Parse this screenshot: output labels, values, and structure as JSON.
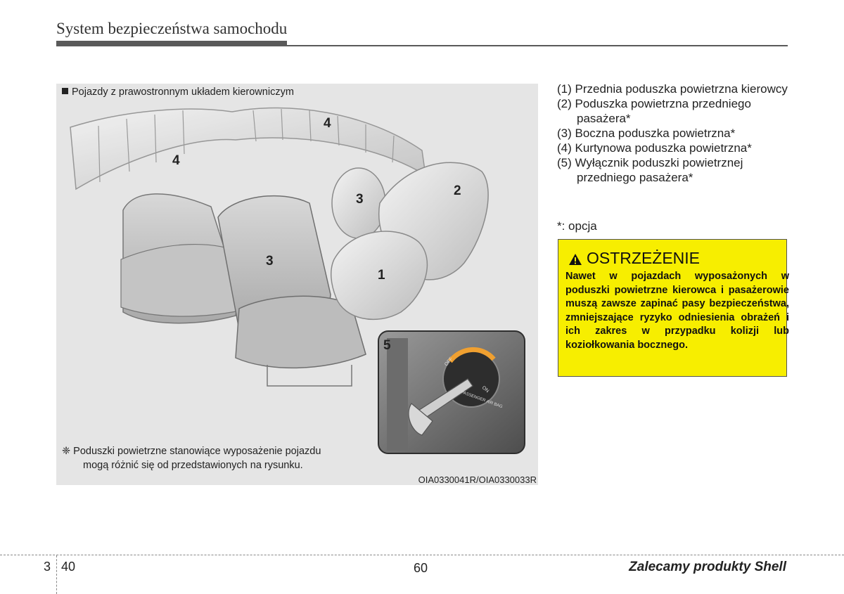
{
  "header": {
    "section_title": "System bezpieczeństwa samochodu"
  },
  "figure": {
    "heading": "Pojazdy z prawostronnym układem kierowniczym",
    "callouts": [
      "4",
      "4",
      "3",
      "3",
      "2",
      "1",
      "5"
    ],
    "switch_labels": {
      "off": "OFF",
      "on": "ON",
      "caption": "PASSENGER AIR BAG"
    },
    "note_line1": "❈ Poduszki powietrzne stanowiące wyposażenie pojazdu",
    "note_line2": "mogą różnić się od przedstawionych na rysunku.",
    "image_code": "OIA0330041R/OIA0330033R"
  },
  "legend": [
    "(1) Przednia poduszka powietrzna kierowcy",
    "(2) Poduszka powietrzna przedniego pasażera*",
    "(3) Boczna poduszka powietrzna*",
    "(4) Kurtynowa poduszka powietrzna*",
    "(5) Wyłącznik poduszki powietrznej przedniego pasażera*"
  ],
  "footnote": "*: opcja",
  "warning": {
    "title": "OSTRZEŻENIE",
    "body": "Nawet w pojazdach wyposażonych w poduszki powietrzne kierowca i pasażerowie muszą zawsze zapinać pasy bezpieczeństwa, zmniejszające ryzyko odniesienia obrażeń i ich zakres w przypadku kolizji lub koziołkowania bocznego.",
    "background_color": "#f7ee00"
  },
  "footer": {
    "chapter": "3",
    "page": "40",
    "center_number": "60",
    "brand": "Zalecamy produkty Shell"
  }
}
